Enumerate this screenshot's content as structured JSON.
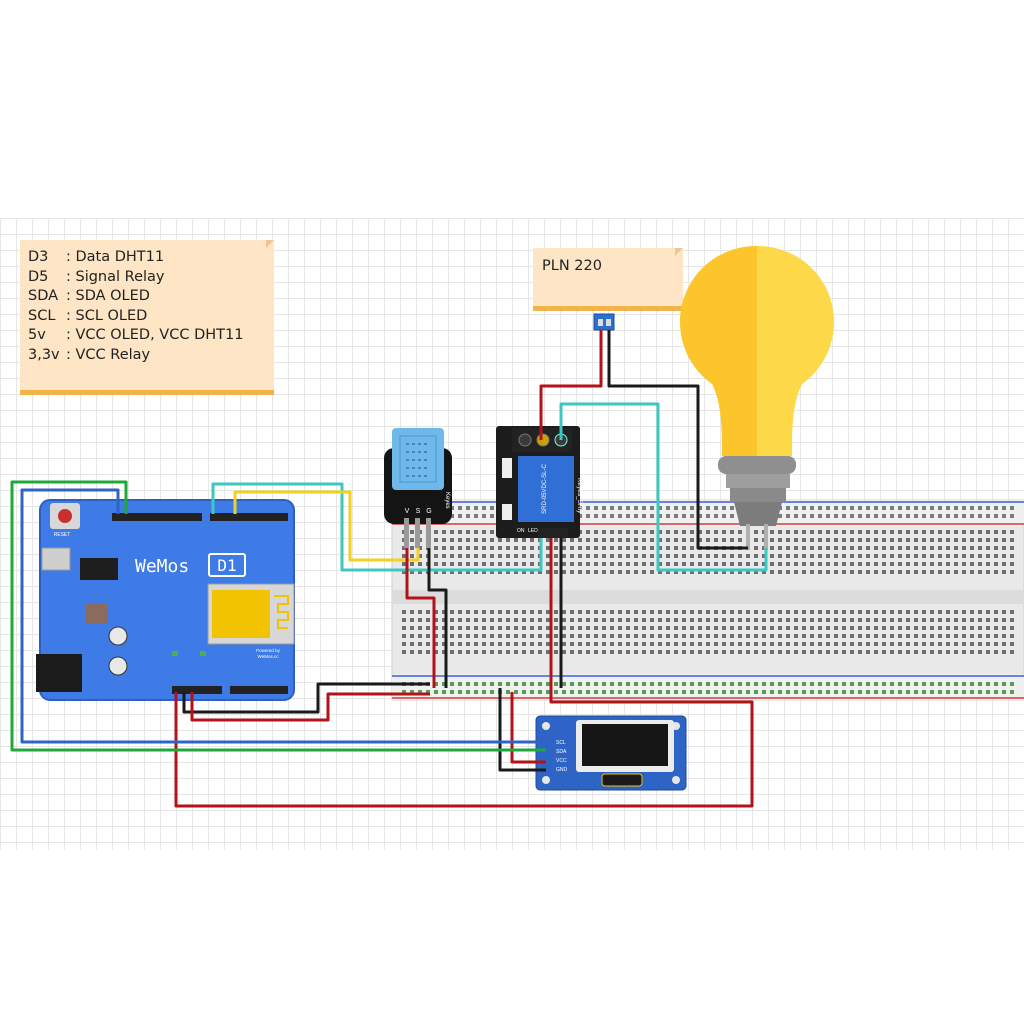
{
  "notes": {
    "pins": [
      {
        "key": "D3",
        "value": ": Data DHT11"
      },
      {
        "key": "D5",
        "value": ": Signal Relay"
      },
      {
        "key": "SDA",
        "value": ": SDA OLED"
      },
      {
        "key": "SCL",
        "value": ": SCL OLED"
      },
      {
        "key": "5v",
        "value": ": VCC OLED, VCC DHT11"
      },
      {
        "key": "3,3v",
        "value": ": VCC Relay"
      }
    ],
    "power": "PLN 220"
  },
  "board": {
    "name": "WeMos",
    "model": "D1",
    "reset_label": "RESET",
    "powered_by": "Powered by",
    "powered_by_site": "WeMos.cc"
  },
  "dht": {
    "pin_labels": [
      "V",
      "S",
      "G"
    ],
    "brand": "Keyes"
  },
  "relay": {
    "brand": "Keyes_SRly",
    "model": "SRD-05VDC-SL-C",
    "label_on": "ON",
    "label_led": "LED"
  },
  "oled": {
    "pins": [
      "SCL",
      "SDA",
      "VCC",
      "GND"
    ]
  },
  "colors": {
    "wire_red": "#b3121a",
    "wire_black": "#1a1a1a",
    "wire_green": "#1fa83a",
    "wire_blue": "#2f64c7",
    "wire_yellow": "#f2d022",
    "wire_teal": "#3cc7c0",
    "board_blue": "#3e7be6",
    "bulb_yellow": "#fcc52c",
    "note_bg": "#fde5c6"
  }
}
